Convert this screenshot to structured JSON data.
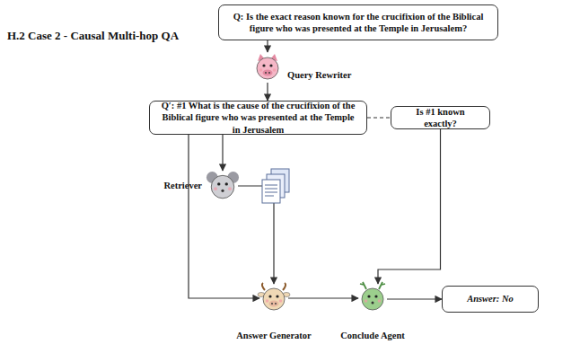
{
  "diagram": {
    "title": "H.2 Case 2 - Causal Multi-hop QA",
    "nodes": [
      {
        "text": [
          "Q: Is the exact reason known for the crucifixion of the Biblical figure who was presented at the Temple in Jerusalem?"
        ]
      },
      {
        "text": [
          "Query Rewriter"
        ]
      },
      {
        "text": [
          "Q′: #1 What is the cause of the crucifixion of the Biblical figure who was presented at the Temple in Jerusalem"
        ]
      },
      {
        "text": [
          "Is #1 known exactly?"
        ]
      },
      {
        "text": [
          "Retriever"
        ]
      },
      {
        "text": [
          "Answer Generator"
        ]
      },
      {
        "text": [
          "Conclude Agent"
        ]
      },
      {
        "text": [
          "Answer: No"
        ]
      }
    ],
    "edges": [
      {
        "from": 0,
        "to": 1,
        "arrow": "to"
      },
      {
        "from": 1,
        "to": 2,
        "arrow": "to"
      },
      {
        "from": 2,
        "to": 3,
        "arrow": "none"
      },
      {
        "from": 2,
        "to": 4,
        "arrow": "to"
      },
      {
        "from": 2,
        "to": 5,
        "arrow": "to"
      },
      {
        "from": 4,
        "to": 5,
        "arrow": "to"
      },
      {
        "from": 5,
        "to": 6,
        "arrow": "to"
      },
      {
        "from": 3,
        "to": 6,
        "arrow": "to"
      },
      {
        "from": 6,
        "to": 7,
        "arrow": "to"
      }
    ]
  }
}
